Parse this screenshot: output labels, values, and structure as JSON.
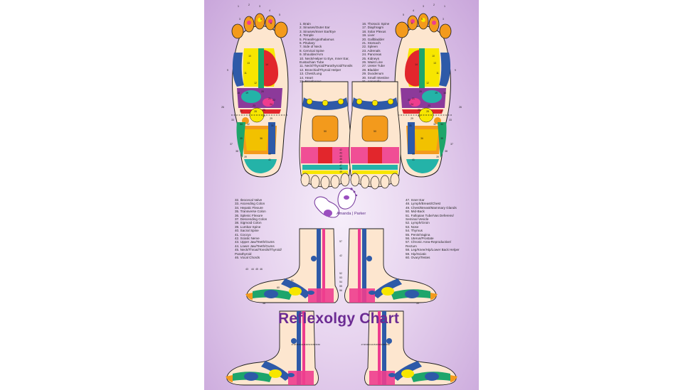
{
  "title": "Reflexolgy Chart",
  "brand": "Amanda | Parker",
  "legend_top_left": [
    "1. Brain",
    "2. Sinuses/Outer Ear",
    "3. Sinuses/Inner Ear/Eye",
    "4. Temple",
    "5. Pineal/Hypothalamus",
    "6. Pituitary",
    "7. Side of Neck",
    "8. Cervical Spine",
    "9. Shoulder/Arm",
    "10. Neck/Helper to Eye, Inner Ear,",
    "    Eustachian Tube",
    "11. Neck/Thyroid/Parathyroid/Tonsils",
    "12. Bronchial/Thyroid Helper",
    "13. Chest/Lung",
    "14. Heart",
    "15. Esophagus"
  ],
  "legend_top_right": [
    "16. Thoracic Spine",
    "17. Diaphragm",
    "18. Solar Plexus",
    "19. Liver",
    "20. Gallbladder",
    "21. Stomach",
    "22. Spleen",
    "23. Adrenals",
    "24. Pancreas",
    "25. Kidneys",
    "26. Waist Line",
    "27. Ureter Tube",
    "28. Bladder",
    "29. Duodenum",
    "30. Small Intestine",
    "31. Appendix"
  ],
  "legend_mid_left": [
    "32. Ileocecal Valve",
    "33. Ascending Colon",
    "34. Hepatic Flexure",
    "35. Transverse Colon",
    "36. Splenic Flexure",
    "37. Descending Colon",
    "38. Sigmoid Colon",
    "39. Lumbar Spine",
    "40. Sacral Spine",
    "41. Coccyx",
    "42. Sciatic Nerve",
    "43. Upper Jaw/Teeth/Gums",
    "44. Lower Jaw/Teeth/Gums",
    "45. Neck/Throat/Tonsils/Thyroid/",
    "    Parathyroid",
    "46. Vocal Chords"
  ],
  "legend_mid_right": [
    "47. Inner Ear",
    "48. Lymph/Breast/Chest",
    "49. Chest/Breast/Mammary Glands",
    "50. Mid-Back",
    "51. Fallopian Tube/Vas Deferens/",
    "    Seminal Vesicle",
    "52. Lymph/Groin",
    "53. Nose",
    "54. Thymus",
    "55. Penis/Vagina",
    "56. Uterus/Prostate",
    "57. Chronic Area-Reproductive/",
    "    Rectum",
    "58. Leg/Knee/Hip/Lower Back Helper",
    "59. Hip/Sciatic",
    "60. Ovary/Testes"
  ],
  "sole_labels": {
    "toes": [
      "1",
      "2",
      "3",
      "4",
      "5"
    ],
    "toe_inner": [
      "3",
      "4",
      "5",
      "6"
    ],
    "zones": [
      "9",
      "13",
      "14",
      "10",
      "11",
      "12",
      "19",
      "18",
      "20",
      "21",
      "22",
      "23",
      "24",
      "25",
      "26",
      "27",
      "28",
      "29",
      "30",
      "31",
      "32",
      "33",
      "34",
      "35",
      "36",
      "37",
      "38",
      "39",
      "40",
      "41"
    ]
  },
  "top_view_labels": [
    "50",
    "42",
    "43",
    "44",
    "45",
    "46",
    "47",
    "48",
    "49"
  ],
  "side_view_labels": [
    "57",
    "42",
    "52",
    "53",
    "54",
    "55",
    "56",
    "58",
    "59",
    "60",
    "43",
    "44",
    "45",
    "46",
    "51"
  ],
  "outer_side_labels": [
    "47",
    "48",
    "49",
    "43",
    "44",
    "45",
    "46",
    "51",
    "53",
    "58",
    "59",
    "60"
  ],
  "colors": {
    "title": "#6b2b93",
    "background": "#d7bde4",
    "skin": "#fde6cf",
    "yellow": "#f7e600",
    "orange": "#f39a1c",
    "red": "#e2262c",
    "blue": "#2e5aa8",
    "green": "#1ea56b",
    "pink": "#ee3d8e",
    "purple": "#8c3a9a",
    "teal": "#24b3a8"
  }
}
